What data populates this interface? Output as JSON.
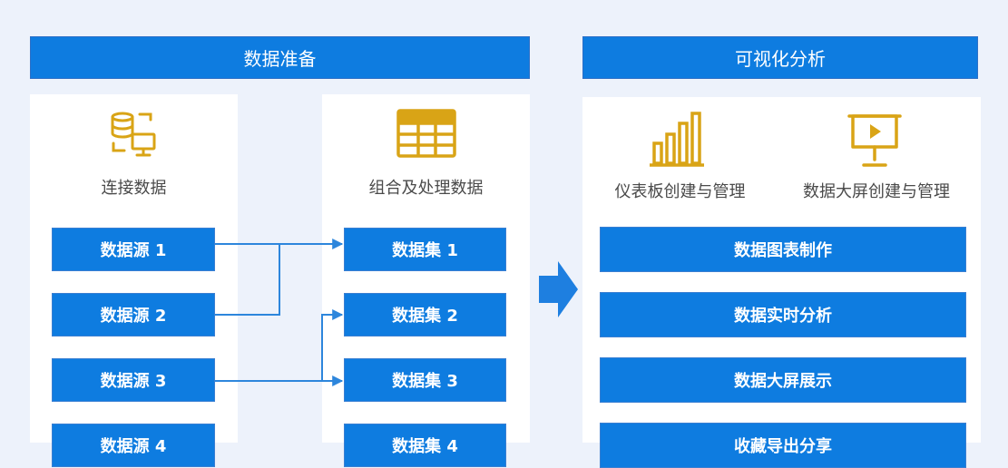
{
  "sections": {
    "prep_title": "数据准备",
    "viz_title": "可视化分析"
  },
  "prep": {
    "connect": {
      "icon": "database-connect-icon",
      "label": "连接数据",
      "sources": [
        "数据源 1",
        "数据源 2",
        "数据源 3",
        "数据源 4"
      ]
    },
    "combine": {
      "icon": "table-grid-icon",
      "label": "组合及处理数据",
      "datasets": [
        "数据集 1",
        "数据集 2",
        "数据集 3",
        "数据集 4"
      ]
    }
  },
  "viz": {
    "dashboard": {
      "icon": "bar-chart-icon",
      "label": "仪表板创建与管理"
    },
    "bigscreen": {
      "icon": "presentation-screen-icon",
      "label": "数据大屏创建与管理"
    },
    "features": [
      "数据图表制作",
      "数据实时分析",
      "数据大屏展示",
      "收藏导出分享"
    ]
  },
  "colors": {
    "primary": "#0e7ce0",
    "icon_gold": "#d9a416",
    "background": "#edf2fb",
    "panel": "#ffffff"
  }
}
